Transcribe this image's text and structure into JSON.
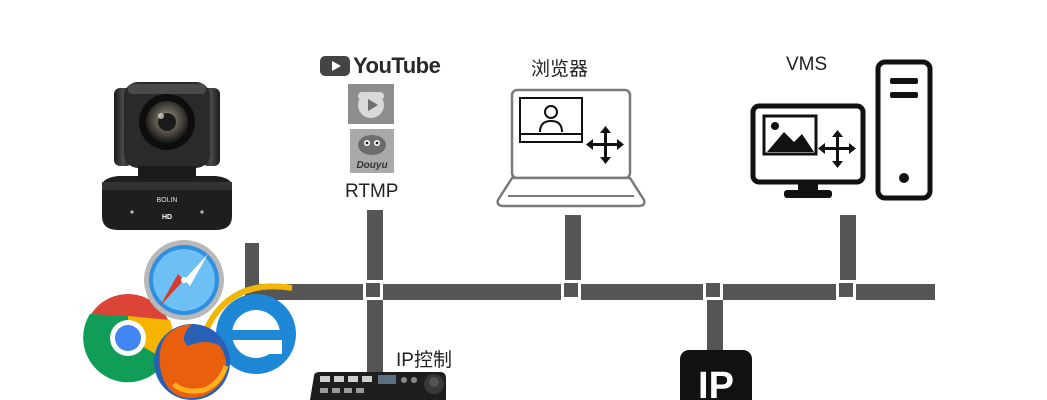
{
  "labels": {
    "youtube": "YouTube",
    "rtmp": "RTMP",
    "browser": "浏览器",
    "vms": "VMS",
    "ip_control": "IP控制",
    "ip_badge": "IP",
    "camera_brand": "BOLIN",
    "camera_hd": "HD",
    "douyu": "Douyu"
  },
  "icons": {
    "camera": "ptz-camera-icon",
    "youtube": "youtube-logo-icon",
    "live": "live-streaming-app-icon",
    "douyu": "douyu-logo-icon",
    "laptop": "laptop-icon",
    "desktop": "desktop-computer-icon",
    "browsers": "browser-logos-icon",
    "controller": "ptz-keyboard-controller-icon",
    "ip": "ip-network-icon"
  },
  "colors": {
    "network_line": "#555555",
    "youtube_red": "#444444",
    "ink": "#111111"
  }
}
